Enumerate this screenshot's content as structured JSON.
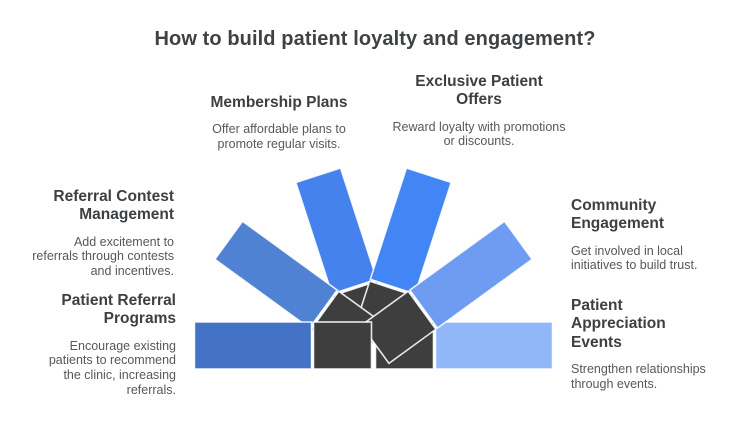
{
  "title": "How to build patient loyalty and engagement?",
  "colors": {
    "title_text": "#3f4245",
    "heading_text": "#3d4043",
    "body_text": "#56585c",
    "center": "#3e3e3e",
    "blade_dark_blue": "#4472c4",
    "blade_medium_blue": "#5082d3",
    "blade_bright_blue_left": "#4682ee",
    "blade_bright_blue_right": "#4285f4",
    "blade_soft_blue": "#6d9cf2",
    "blade_light_blue": "#91b7f8"
  },
  "blades": [
    {
      "position": "left-horizontal",
      "angle": 180,
      "color": "#4472c4",
      "section": "Patient Referral Programs"
    },
    {
      "position": "upper-left",
      "angle": 144,
      "color": "#5082d3",
      "section": "Referral Contest Management"
    },
    {
      "position": "top-left",
      "angle": 108,
      "color": "#4682ee",
      "section": "Membership Plans"
    },
    {
      "position": "top-right",
      "angle": 72,
      "color": "#4285f4",
      "section": "Exclusive Patient Offers"
    },
    {
      "position": "upper-right",
      "angle": 36,
      "color": "#6d9cf2",
      "section": "Community Engagement"
    },
    {
      "position": "right-horizontal",
      "angle": 0,
      "color": "#91b7f8",
      "section": "Patient Appreciation Events"
    }
  ],
  "sections": {
    "membership": {
      "heading": "Membership Plans",
      "body": "Offer affordable plans to\npromote regular visits."
    },
    "exclusive": {
      "heading": "Exclusive Patient\nOffers",
      "body": "Reward loyalty with promotions\nor discounts."
    },
    "contest": {
      "heading": "Referral Contest\nManagement",
      "body": "Add excitement to\nreferrals through contests\nand incentives."
    },
    "programs": {
      "heading": "Patient Referral\nPrograms",
      "body": "Encourage existing\npatients to recommend\nthe clinic, increasing\nreferrals."
    },
    "community": {
      "heading": "Community\nEngagement",
      "body": "Get involved in local\ninitiatives to build trust."
    },
    "appreciation": {
      "heading": "Patient\nAppreciation\nEvents",
      "body": "Strengthen relationships\nthrough events."
    }
  }
}
